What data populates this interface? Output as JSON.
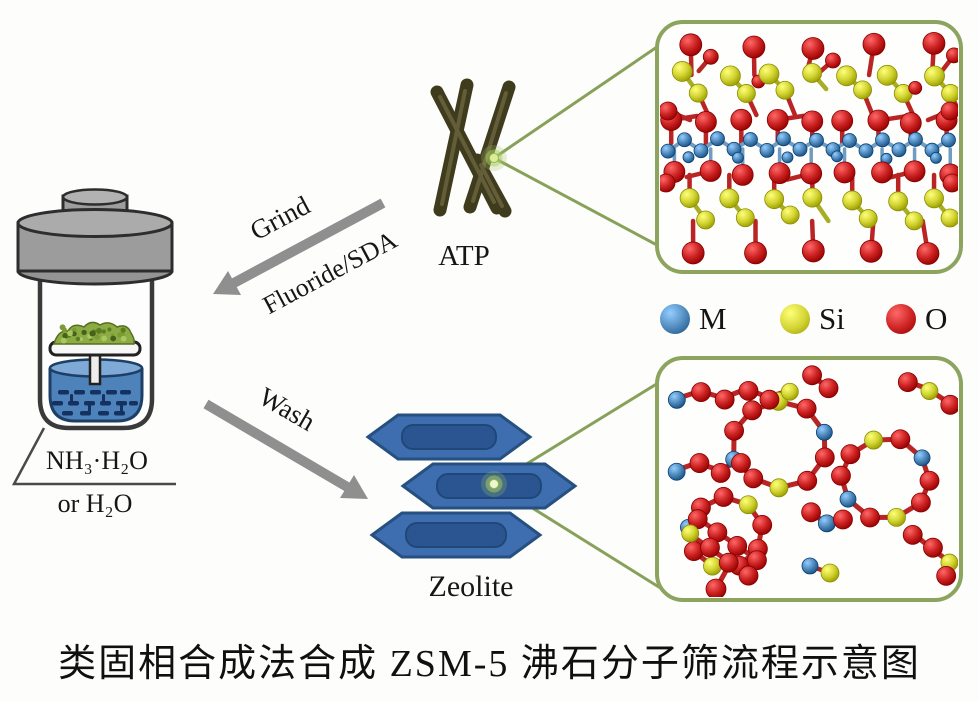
{
  "caption": "类固相合成法合成 ZSM-5 沸石分子筛流程示意图",
  "apparatus": {
    "reagent_line1": "NH₃·H₂O",
    "reagent_line2": "or H₂O"
  },
  "arrows": {
    "grind_label": "Grind",
    "grind_sublabel": "Fluoride/SDA",
    "wash_label": "Wash"
  },
  "materials": {
    "atp_label": "ATP",
    "zeolite_label": "Zeolite"
  },
  "legend": {
    "items": [
      {
        "label": "M",
        "color": "#4e87ba"
      },
      {
        "label": "Si",
        "color": "#d2d433"
      },
      {
        "label": "O",
        "color": "#cc2222"
      }
    ]
  },
  "colors": {
    "panel_border": "#8ca45e",
    "connector_line": "#87a159",
    "arrow_gray": "#8f8f8f",
    "crystal_blue": "#3e6eb0",
    "crystal_inner_blue": "#2a5590",
    "rod_olive": "#3f3b1d",
    "liquid_blue": "#4e82ba",
    "granule_green": "#8cab45",
    "cap_gray": "#9c9c9c"
  }
}
